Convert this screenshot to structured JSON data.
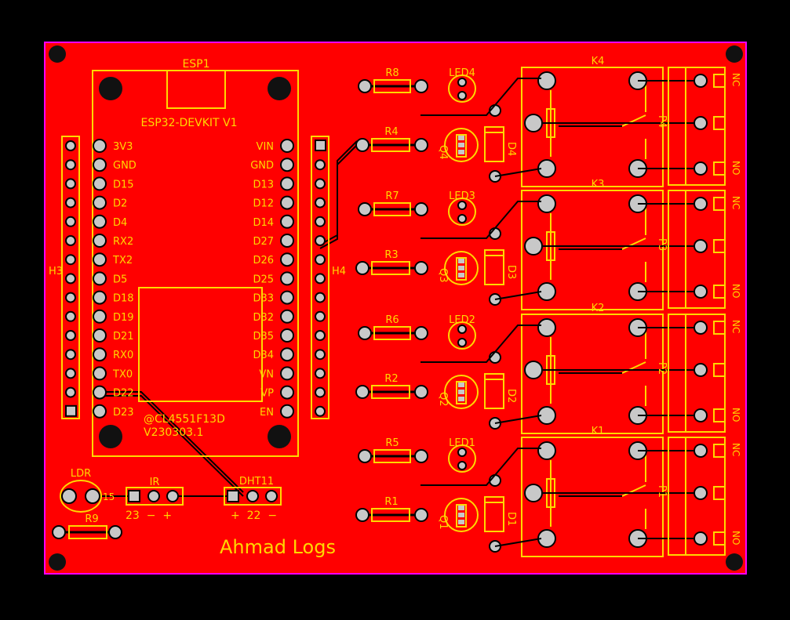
{
  "colors": {
    "background": "#000000",
    "board": "#ff0000",
    "outline": "#ff00ff",
    "silk": "#ffd800",
    "trace": "#000000",
    "pad": "#c8c8c8"
  },
  "texts": {
    "footer": "Ahmad Logs",
    "esp_name": "ESP1",
    "esp_model": "ESP32-DEVKIT V1",
    "chip_id": "@CL4551F13D",
    "chip_ver": "V230303.1",
    "h3": "H3",
    "h4": "H4",
    "ldr": "LDR",
    "ldr_pin": "15",
    "ir": "IR",
    "ir_pins": "23  −  +",
    "dht": "DHT11",
    "dht_pins": "+  22  −",
    "r9": "R9"
  },
  "esp_left_pins": [
    "3V3",
    "GND",
    "D15",
    "D2",
    "D4",
    "RX2",
    "TX2",
    "D5",
    "D18",
    "D19",
    "D21",
    "RX0",
    "TX0",
    "D22",
    "D23"
  ],
  "esp_right_pins": [
    "VIN",
    "GND",
    "D13",
    "D12",
    "D14",
    "D27",
    "D26",
    "D25",
    "D33",
    "D32",
    "D35",
    "D34",
    "VN",
    "VP",
    "EN"
  ],
  "channels": [
    {
      "relay": "K4",
      "terminal": "P4",
      "diode": "D4",
      "transistor": "Q4",
      "base_res": "R4",
      "led": "LED4",
      "led_res": "R8"
    },
    {
      "relay": "K3",
      "terminal": "P3",
      "diode": "D3",
      "transistor": "Q3",
      "base_res": "R3",
      "led": "LED3",
      "led_res": "R7"
    },
    {
      "relay": "K2",
      "terminal": "P2",
      "diode": "D2",
      "transistor": "Q2",
      "base_res": "R2",
      "led": "LED2",
      "led_res": "R6"
    },
    {
      "relay": "K1",
      "terminal": "P1",
      "diode": "D1",
      "transistor": "Q1",
      "base_res": "R1",
      "led": "LED1",
      "led_res": "R5"
    }
  ],
  "terminal_labels": {
    "nc": "NC",
    "no": "NO"
  }
}
